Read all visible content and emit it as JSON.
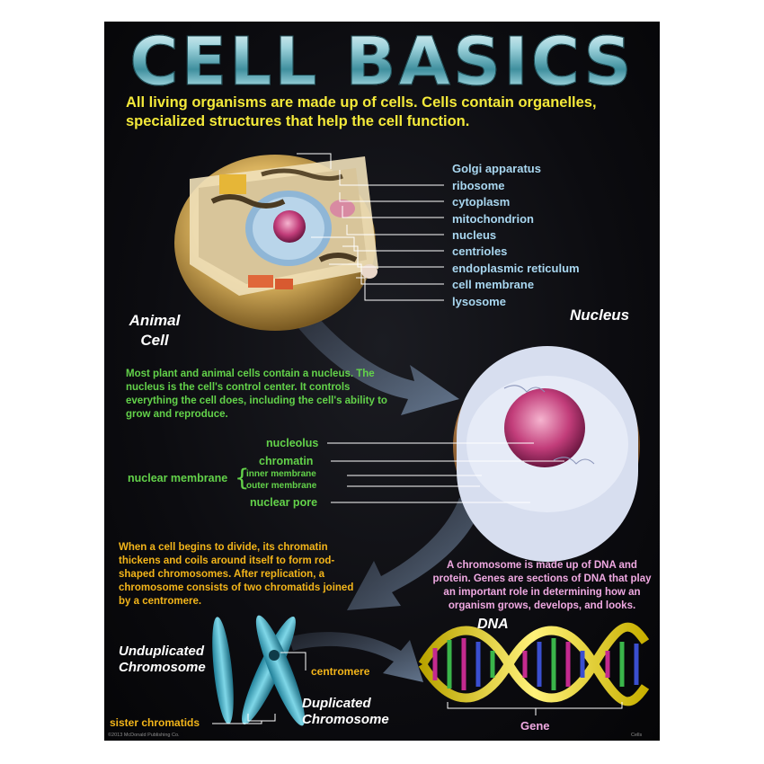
{
  "title": "CELL BASICS",
  "intro": "All living organisms are made up of cells. Cells contain organelles, specialized structures that help the cell function.",
  "animal_cell": {
    "caption": [
      "Animal",
      "Cell"
    ],
    "labels": [
      "Golgi apparatus",
      "ribosome",
      "cytoplasm",
      "mitochondrion",
      "nucleus",
      "centrioles",
      "endoplasmic reticulum",
      "cell membrane",
      "lysosome"
    ]
  },
  "nucleus": {
    "caption": "Nucleus",
    "description": "Most plant and animal cells contain a nucleus. The nucleus is the cell's control center. It controls everything the cell does, including the cell's ability to grow and reproduce.",
    "labels": {
      "nucleolus": "nucleolus",
      "chromatin": "chromatin",
      "nuclear_membrane": "nuclear membrane",
      "brace": "{",
      "inner_membrane": "inner membrane",
      "outer_membrane": "outer membrane",
      "nuclear_pore": "nuclear pore"
    }
  },
  "chromosome": {
    "description": "When a cell begins to divide, its chromatin thickens and coils around itself to form rod-shaped chromosomes. After replication, a chromosome consists of two chromatids joined by a centromere.",
    "unduplicated": [
      "Unduplicated",
      "Chromosome"
    ],
    "duplicated": [
      "Duplicated",
      "Chromosome"
    ],
    "centromere": "centromere",
    "sister_chromatids": "sister chromatids"
  },
  "dna": {
    "description": "A chromosome is made up of DNA and protein. Genes are sections of DNA that play an important role in determining how an organism grows, develops, and looks.",
    "caption": "DNA",
    "gene": "Gene"
  },
  "footer": {
    "copyright": "©2013 McDonald Publishing Co.",
    "code": "Cells"
  },
  "colors": {
    "title": "#9ed3dc",
    "intro": "#f4e93a",
    "organelle_labels": "#a9d7f0",
    "nucleus_text": "#63d24a",
    "chromosome_text": "#f3b51a",
    "dna_text": "#f0a9e2"
  }
}
